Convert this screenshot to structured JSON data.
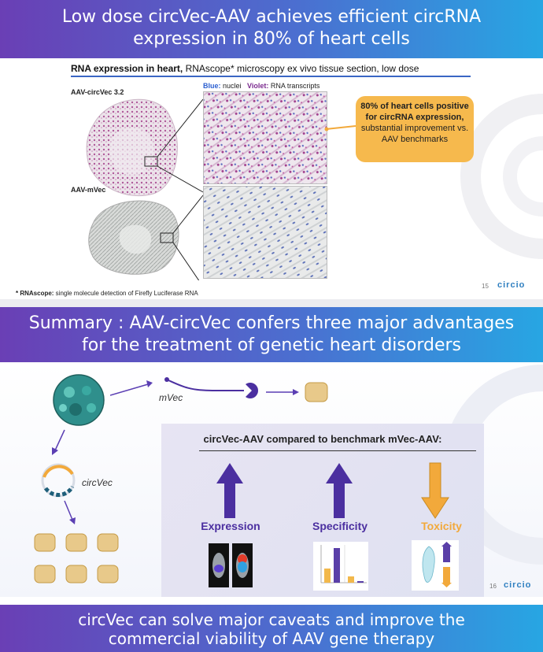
{
  "slide1": {
    "title_line1": "Low dose circVec-AAV achieves efficient circRNA",
    "title_line2": "expression in 80% of heart cells",
    "heading_bold": "RNA expression in heart,",
    "heading_rest": " RNAscope* microscopy ex vivo tissue section, low dose",
    "sample_top": "AAV-circVec 3.2",
    "sample_bottom": "AAV-mVec",
    "legend_blue": "Blue:",
    "legend_blue_text": " nuclei",
    "legend_violet": "Violet:",
    "legend_violet_text": " RNA transcripts",
    "callout_bold": "80% of heart cells positive for circRNA expression,",
    "callout_rest": " substantial improvement vs. AAV benchmarks",
    "footnote_bold": "* RNAscope:",
    "footnote_rest": " single molecule detection of Firefly Luciferase RNA",
    "page_number": "15",
    "logo": "circio"
  },
  "slide2": {
    "title_line1": "Summary : AAV-circVec confers three major advantages",
    "title_line2": "for the treatment of genetic heart disorders",
    "mvec_label": "mVec",
    "circvec_label": "circVec",
    "compare_title": "circVec-AAV compared to benchmark mVec-AAV:",
    "advantages": [
      {
        "label": "Expression",
        "direction": "up",
        "color": "#4b2fa0"
      },
      {
        "label": "Specificity",
        "direction": "up",
        "color": "#4b2fa0"
      },
      {
        "label": "Toxicity",
        "direction": "down",
        "color": "#f2a93b"
      }
    ],
    "page_number": "16",
    "logo": "circio"
  },
  "slide3": {
    "title_line1": "circVec can solve major caveats and improve the",
    "title_line2": "commercial viability of AAV gene therapy"
  }
}
